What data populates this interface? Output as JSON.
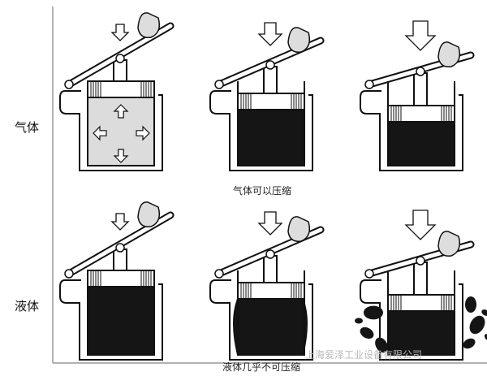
{
  "row_labels": {
    "gas": "气体",
    "liquid": "液体"
  },
  "captions": {
    "gas": "气体可以压缩",
    "liquid": "液体几乎不可压缩"
  },
  "watermark": "上海爱泽工业设备有限公司",
  "panels": [
    {
      "row": "gas",
      "stage": 0,
      "fill": "gas"
    },
    {
      "row": "gas",
      "stage": 1,
      "fill": "gas-compressed"
    },
    {
      "row": "gas",
      "stage": 2,
      "fill": "gas-compressed"
    },
    {
      "row": "liquid",
      "stage": 0,
      "fill": "liquid"
    },
    {
      "row": "liquid",
      "stage": 1,
      "fill": "liquid"
    },
    {
      "row": "liquid",
      "stage": 2,
      "fill": "liquid-burst"
    }
  ],
  "colors": {
    "gas": "#dcdcdc",
    "dark": "#151515",
    "line": "#111111",
    "axis": "#999999"
  }
}
